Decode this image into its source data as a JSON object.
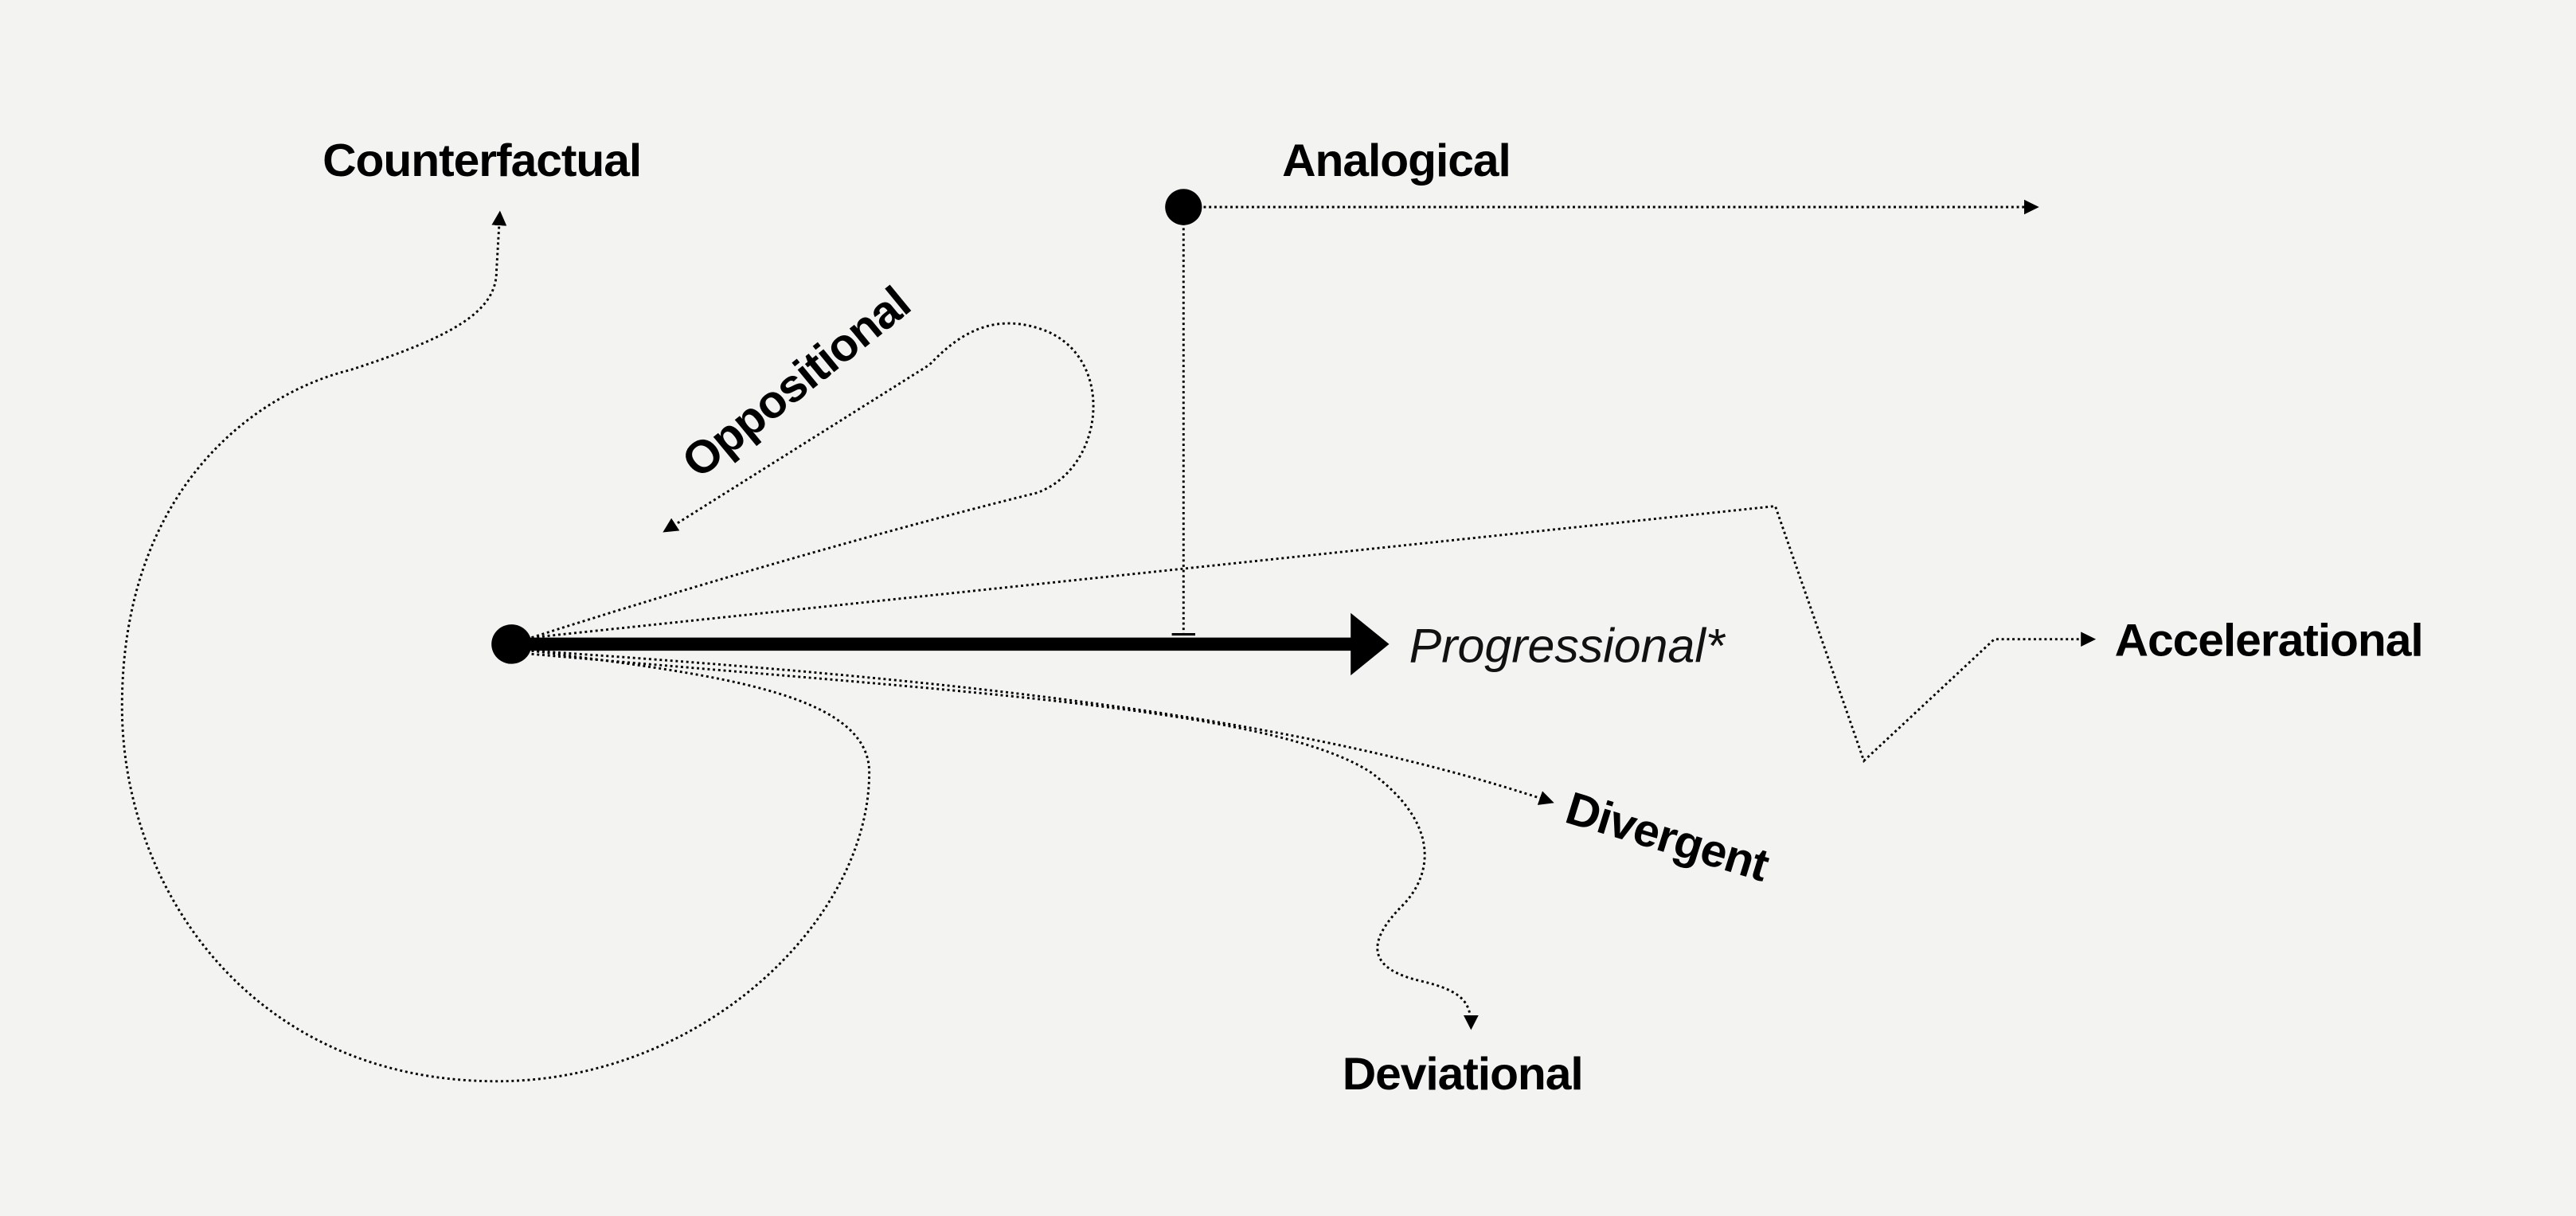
{
  "diagram": {
    "labels": {
      "counterfactual": "Counterfactual",
      "analogical": "Analogical",
      "oppositional": "Oppositional",
      "progressional": "Progressional*",
      "accelerational": "Accelerational",
      "divergent": "Divergent",
      "deviational": "Deviational"
    },
    "colors": {
      "background": "#f3f4f2",
      "ink": "#000000"
    }
  }
}
